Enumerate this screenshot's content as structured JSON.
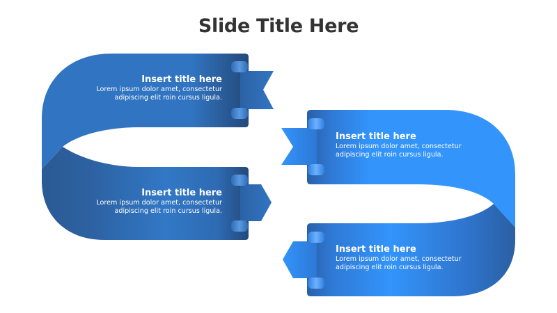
{
  "slide": {
    "title": "Slide Title Here"
  },
  "colors": {
    "ribbon_left": "#3175c2",
    "ribbon_left_dark": "#2b5a94",
    "ribbon_right": "#3394fb",
    "ribbon_right_dark": "#2b64ad",
    "title_text": "#333333"
  },
  "items": [
    {
      "title": "Insert title here",
      "line1": "Lorem ipsum dolor amet, consectetur",
      "line2": "adipiscing elit roin cursus ligula."
    },
    {
      "title": "Insert title here",
      "line1": "Lorem ipsum dolor amet, consectetur",
      "line2": "adipiscing elit roin cursus ligula."
    },
    {
      "title": "Insert title here",
      "line1": "Lorem ipsum dolor amet, consectetur",
      "line2": "adipiscing elit roin cursus ligula."
    },
    {
      "title": "Insert title here",
      "line1": "Lorem ipsum dolor amet, consectetur",
      "line2": "adipiscing elit roin cursus ligula."
    }
  ]
}
